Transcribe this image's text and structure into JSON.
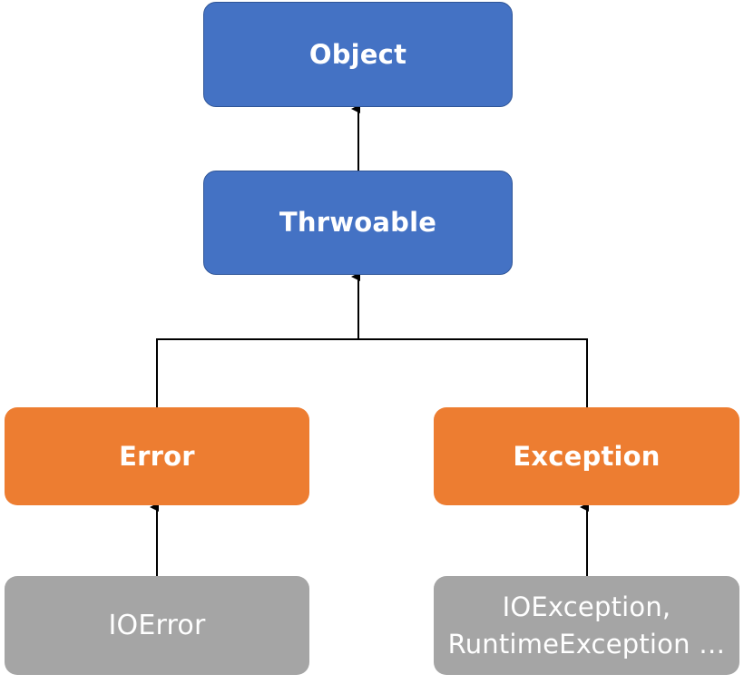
{
  "nodes": {
    "object": {
      "label": "Object"
    },
    "throwable": {
      "label": "Thrwoable"
    },
    "error": {
      "label": "Error"
    },
    "exception": {
      "label": "Exception"
    },
    "ioerror": {
      "label": "IOError"
    },
    "exception_subclasses": {
      "line1": "IOException,",
      "line2": "RuntimeException …"
    }
  },
  "colors": {
    "root_fill": "#4472c4",
    "branch_fill": "#ed7d31",
    "leaf_fill": "#a5a5a5",
    "text": "#ffffff",
    "connector": "#000000"
  }
}
